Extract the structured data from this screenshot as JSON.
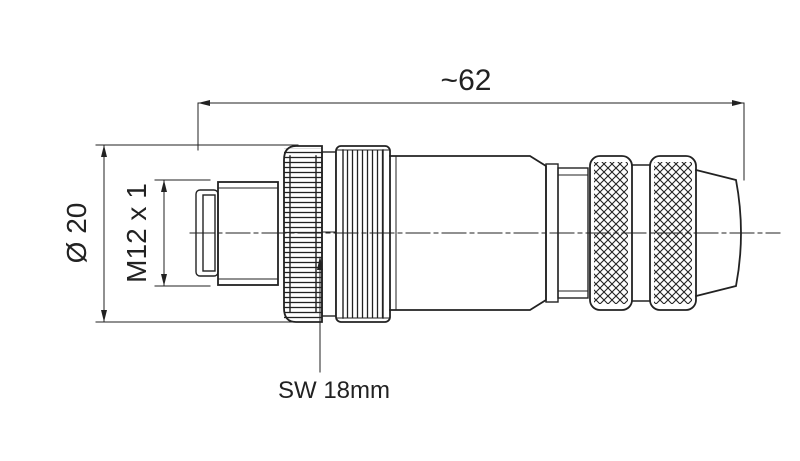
{
  "dimensions": {
    "length": "~62",
    "diameter": "Ø 20",
    "thread": "M12 x 1",
    "wrench_size": "SW 18mm"
  },
  "colors": {
    "line": "#222222",
    "background": "#ffffff"
  }
}
